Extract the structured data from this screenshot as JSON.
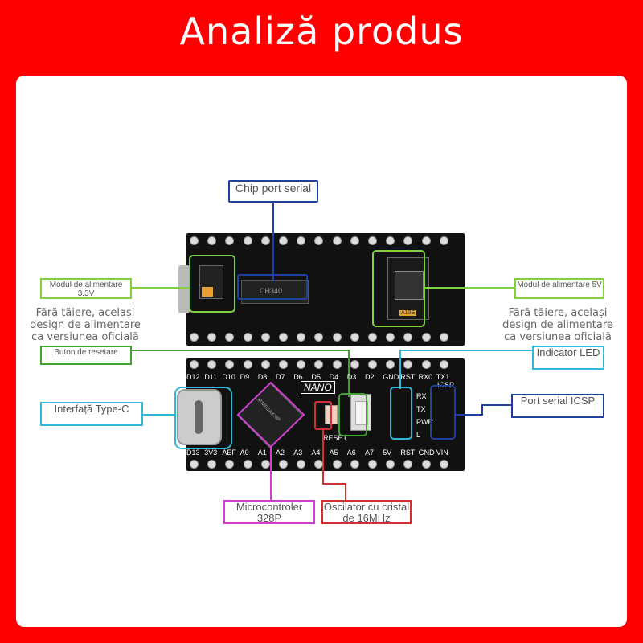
{
  "header": {
    "title": "Analiză produs"
  },
  "labels": {
    "chip_port": "Chip port serial",
    "power_33_module": "Modul de alimentare 3.3V",
    "power_5_module": "Modul de alimentare 5V",
    "same_design_left": "Fără tăiere, același design de alimentare ca versiunea oficială",
    "same_design_right": "Fără tăiere, același design de alimentare ca versiunea oficială",
    "reset_button": "Buton de resetare",
    "led_indicator": "Indicator LED",
    "type_c": "Interfață Type-C",
    "icsp_port": "Port serial ICSP",
    "microcontroller": "Microcontroler 328P",
    "crystal": "Oscilator cu cristal de 16MHz"
  },
  "board": {
    "brand": "NANO",
    "icsp": "ICSP",
    "reset": "RESET",
    "top_pins": [
      "D12",
      "D11",
      "D10",
      "D9",
      "D8",
      "D7",
      "D6",
      "D5",
      "D4",
      "D3",
      "D2",
      "GND",
      "RST",
      "RX0",
      "TX1"
    ],
    "bottom_pins": [
      "D13",
      "3V3",
      "AEF",
      "A0",
      "A1",
      "A2",
      "A3",
      "A4",
      "A5",
      "A6",
      "A7",
      "5V",
      "RST",
      "GND",
      "VIN"
    ],
    "led_labels": [
      "RX",
      "TX",
      "PWR",
      "L"
    ],
    "chip1_text": "CH340",
    "chip2_text": "ATMEGA328P",
    "reg_text": "A10E"
  },
  "colors": {
    "header_bg": "#ff0000",
    "chip_port": "#2040a0",
    "power": "#80d040",
    "reset": "#40a030",
    "led": "#30b8d8",
    "typec": "#30b8d8",
    "icsp": "#2040a0",
    "mcu": "#d040d0",
    "crystal": "#d03030"
  }
}
